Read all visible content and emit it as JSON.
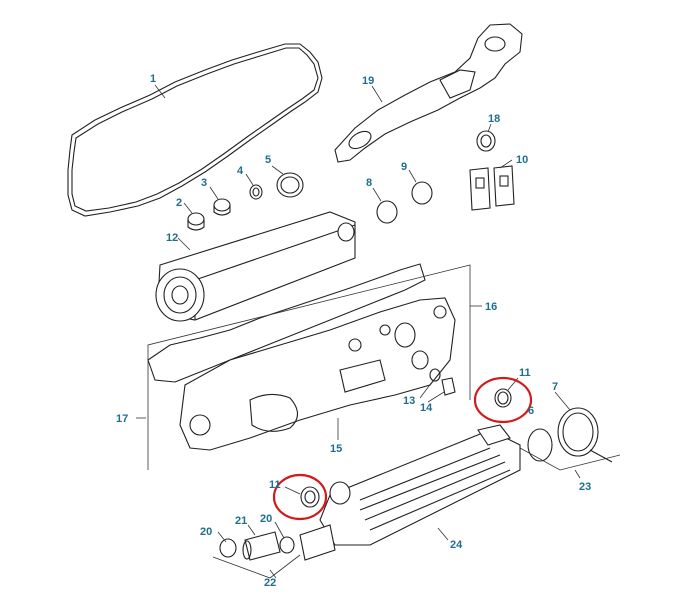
{
  "diagram": {
    "labels": [
      {
        "id": "1",
        "text": "1"
      },
      {
        "id": "2",
        "text": "2"
      },
      {
        "id": "3",
        "text": "3"
      },
      {
        "id": "4",
        "text": "4"
      },
      {
        "id": "5",
        "text": "5"
      },
      {
        "id": "6",
        "text": "6"
      },
      {
        "id": "7",
        "text": "7"
      },
      {
        "id": "8",
        "text": "8"
      },
      {
        "id": "9",
        "text": "9"
      },
      {
        "id": "10",
        "text": "10"
      },
      {
        "id": "11a",
        "text": "11"
      },
      {
        "id": "11b",
        "text": "11"
      },
      {
        "id": "12",
        "text": "12"
      },
      {
        "id": "13",
        "text": "13"
      },
      {
        "id": "14",
        "text": "14"
      },
      {
        "id": "15",
        "text": "15"
      },
      {
        "id": "16",
        "text": "16"
      },
      {
        "id": "17",
        "text": "17"
      },
      {
        "id": "18",
        "text": "18"
      },
      {
        "id": "19",
        "text": "19"
      },
      {
        "id": "20a",
        "text": "20"
      },
      {
        "id": "20b",
        "text": "20"
      },
      {
        "id": "21",
        "text": "21"
      },
      {
        "id": "22",
        "text": "22"
      },
      {
        "id": "23",
        "text": "23"
      },
      {
        "id": "24",
        "text": "24"
      }
    ],
    "colors": {
      "label": "#1f6e8c",
      "line": "#222222",
      "highlight": "#d11a1a"
    }
  }
}
